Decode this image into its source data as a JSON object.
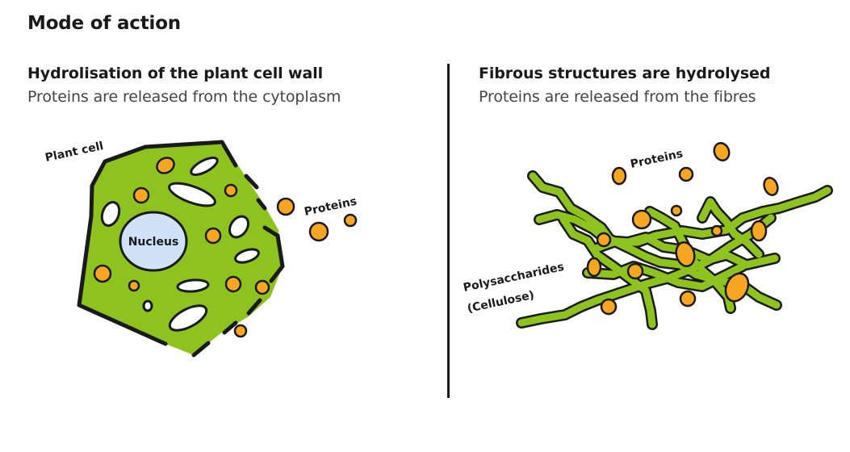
{
  "title": "Mode of action",
  "left_panel": {
    "heading": "Hydrolisation of the plant cell wall",
    "subheading": "Proteins are released from the cytoplasm",
    "labels": {
      "plant_cell": "Plant cell",
      "nucleus": "Nucleus",
      "proteins": "Proteins"
    }
  },
  "right_panel": {
    "heading": "Fibrous structures are hydrolysed",
    "subheading": "Proteins are released from the fibres",
    "labels": {
      "proteins": "Proteins",
      "polysaccharides_line1": "Polysaccharides",
      "polysaccharides_line2": "(Cellulose)"
    }
  },
  "colors": {
    "cell_green": "#8dc21f",
    "protein_orange": "#f6a623",
    "nucleus_blue": "#cfe2f7",
    "outline": "#1a1a1a"
  }
}
